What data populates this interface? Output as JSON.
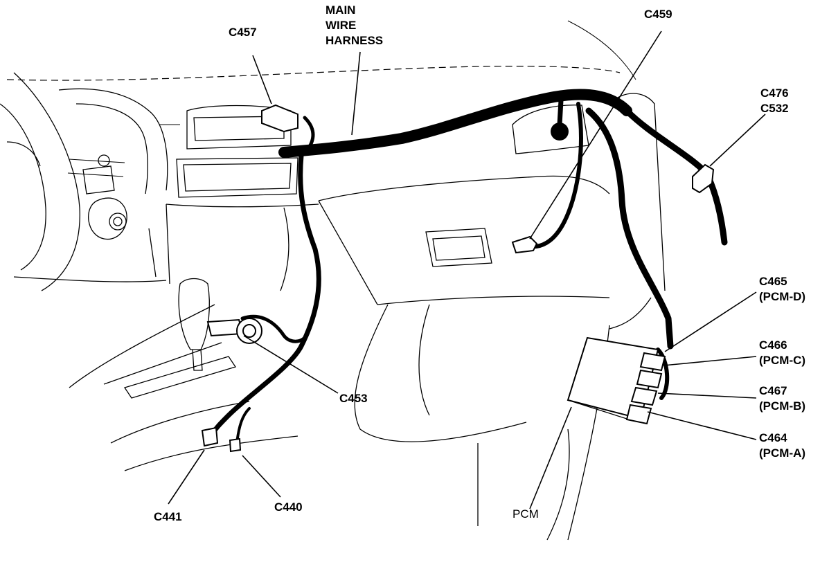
{
  "callouts": {
    "main_wire_harness": [
      "MAIN",
      "WIRE",
      "HARNESS"
    ],
    "c457": "C457",
    "c459": "C459",
    "c476_c532": [
      "C476",
      "C532"
    ],
    "c465": [
      "C465",
      "(PCM-D)"
    ],
    "c466": [
      "C466",
      "(PCM-C)"
    ],
    "c467": [
      "C467",
      "(PCM-B)"
    ],
    "c464": [
      "C464",
      "(PCM-A)"
    ],
    "c453": "C453",
    "c441": "C441",
    "c440": "C440",
    "pcm": "PCM"
  },
  "colors": {
    "ink": "#000000",
    "paper": "#ffffff"
  }
}
